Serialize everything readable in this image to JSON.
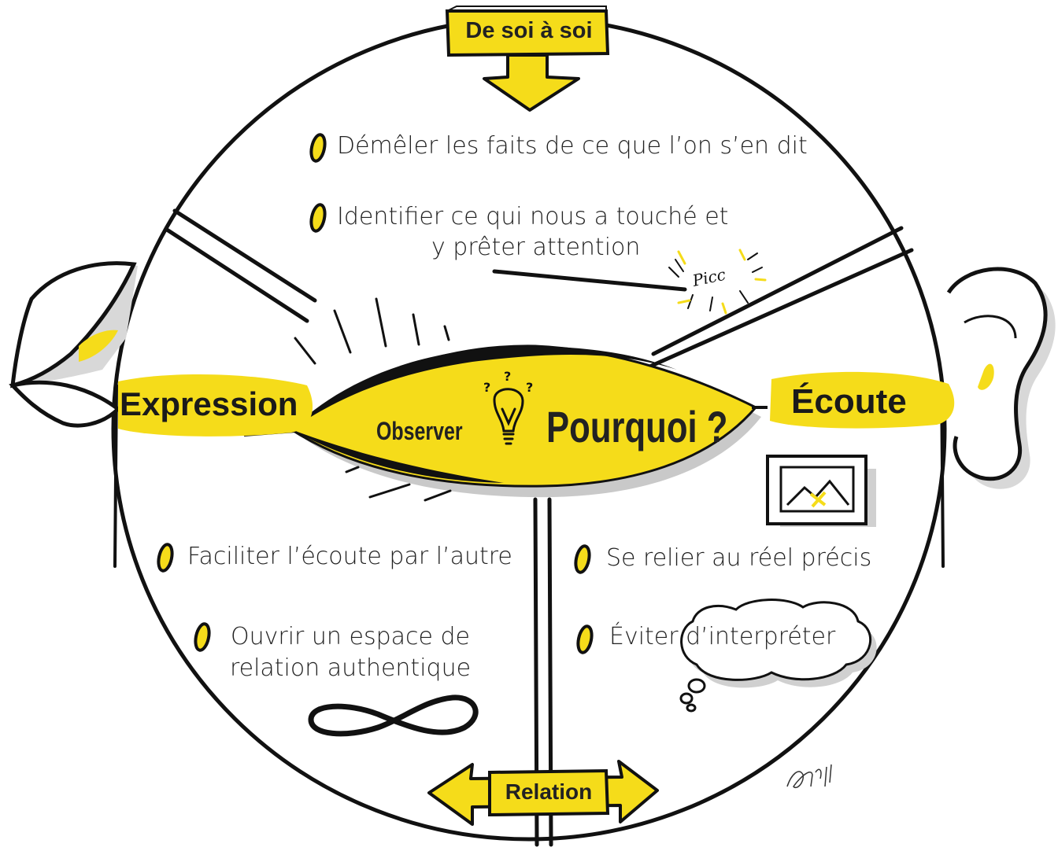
{
  "banners": {
    "top": "De soi à soi",
    "bottom": "Relation"
  },
  "sides": {
    "left": "Expression",
    "right": "Écoute"
  },
  "eye": {
    "observe": "Observer",
    "question": "Pourquoi ?"
  },
  "top_section": {
    "item1": "Démêler les faits de ce que l’on s’en dit",
    "item2_line1": "Identifier ce qui nous a touché et",
    "item2_line2": "y prêter attention"
  },
  "left_section": {
    "item1": "Faciliter l’écoute par l’autre",
    "item2_line1": "Ouvrir un espace de",
    "item2_line2": "relation authentique"
  },
  "right_section": {
    "item1": "Se relier au réel précis",
    "item2": "Éviter d’interpréter"
  },
  "sketch_words": {
    "pin": "Picc"
  },
  "colors": {
    "accent": "#f5dc1a",
    "ink": "#111111",
    "shadow": "#cfcfcf"
  },
  "icons": [
    "bullet-icon",
    "bulb-icon",
    "mouth-icon",
    "ear-icon",
    "picture-frame-icon",
    "thought-cloud-icon",
    "infinity-icon",
    "arrow-down-icon",
    "double-arrow-icon",
    "signature-icon"
  ]
}
